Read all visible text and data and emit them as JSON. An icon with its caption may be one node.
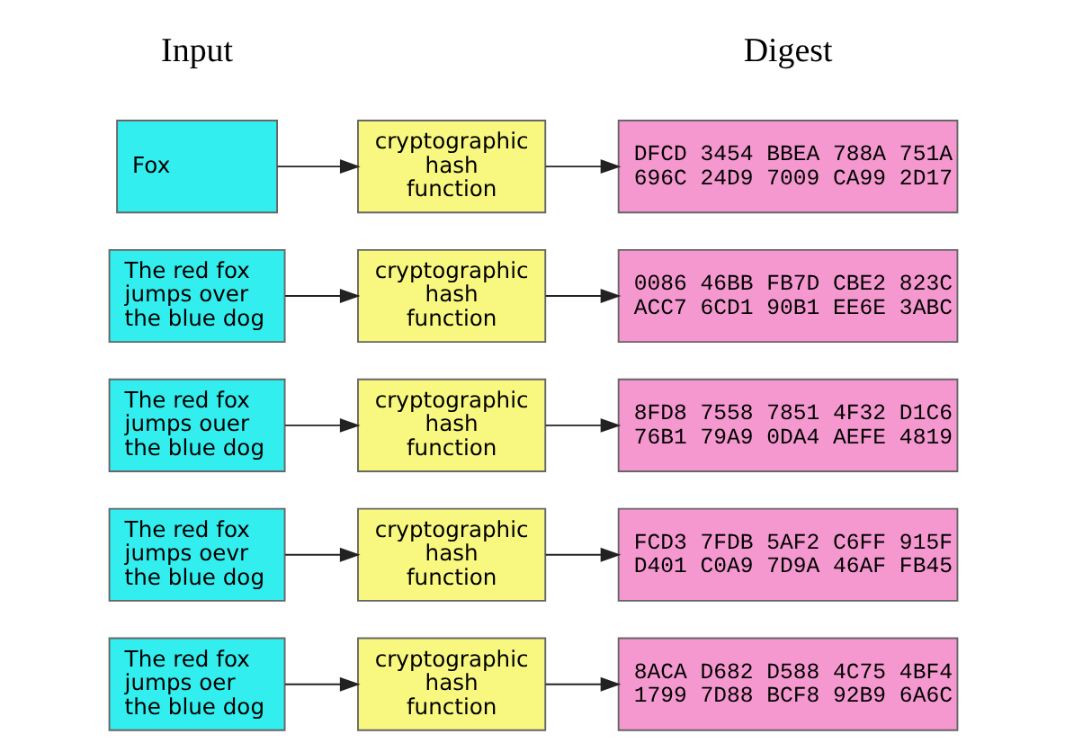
{
  "diagram": {
    "nodes": [
      {
        "text": [
          "Fox"
        ]
      },
      {
        "text": [
          "cryptographic hash function"
        ]
      },
      {
        "text": [
          "DFCD 3454 BBEA 788A 751A 696C 24D9 7009 CA99 2D17"
        ]
      },
      {
        "text": [
          "The red fox jumps over the blue dog"
        ]
      },
      {
        "text": [
          "cryptographic hash function"
        ]
      },
      {
        "text": [
          "0086 46BB FB7D CBE2 823C ACC7 6CD1 90B1 EE6E 3ABC"
        ]
      },
      {
        "text": [
          "The red fox jumps ouer the blue dog"
        ]
      },
      {
        "text": [
          "cryptographic hash function"
        ]
      },
      {
        "text": [
          "8FD8 7558 7851 4F32 D1C6 76B1 79A9 0DA4 AEFE 4819"
        ]
      },
      {
        "text": [
          "The red fox jumps oevr the blue dog"
        ]
      },
      {
        "text": [
          "cryptographic hash function"
        ]
      },
      {
        "text": [
          "FCD3 7FDB 5AF2 C6FF 915F D401 C0A9 7D9A 46AF FB45"
        ]
      },
      {
        "text": [
          "The red fox jumps oer the blue dog"
        ]
      },
      {
        "text": [
          "cryptographic hash function"
        ]
      },
      {
        "text": [
          "8ACA D682 D588 4C75 4BF4 1799 7D88 BCF8 92B9 6A6C"
        ]
      }
    ],
    "edges": [
      {
        "from": 0,
        "to": 1,
        "arrow": "to"
      },
      {
        "from": 1,
        "to": 2,
        "arrow": "to"
      },
      {
        "from": 3,
        "to": 4,
        "arrow": "to"
      },
      {
        "from": 4,
        "to": 5,
        "arrow": "to"
      },
      {
        "from": 6,
        "to": 7,
        "arrow": "to"
      },
      {
        "from": 7,
        "to": 8,
        "arrow": "to"
      },
      {
        "from": 9,
        "to": 10,
        "arrow": "to"
      },
      {
        "from": 10,
        "to": 11,
        "arrow": "to"
      },
      {
        "from": 12,
        "to": 13,
        "arrow": "to"
      },
      {
        "from": 13,
        "to": 14,
        "arrow": "to"
      }
    ],
    "labels": [
      "Input",
      "Digest"
    ]
  }
}
